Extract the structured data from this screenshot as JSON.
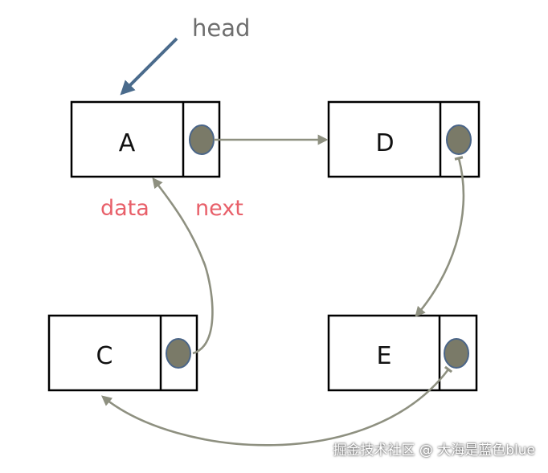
{
  "head_label": "head",
  "field_labels": {
    "data": "data",
    "next": "next"
  },
  "nodes": [
    {
      "id": "A",
      "label": "A"
    },
    {
      "id": "D",
      "label": "D"
    },
    {
      "id": "C",
      "label": "C"
    },
    {
      "id": "E",
      "label": "E"
    }
  ],
  "links": [
    {
      "from": "A",
      "to": "D"
    },
    {
      "from": "D",
      "to": "E"
    },
    {
      "from": "E",
      "to": "C"
    },
    {
      "from": "C",
      "to": "A"
    }
  ],
  "colors": {
    "head_arrow": "#4a6b8c",
    "link_arrow": "#8e9080",
    "field_label": "#e8606a",
    "pointer_dot": "#7a7a68"
  },
  "watermark": "掘金技术社区 @ 大海是蓝色blue"
}
